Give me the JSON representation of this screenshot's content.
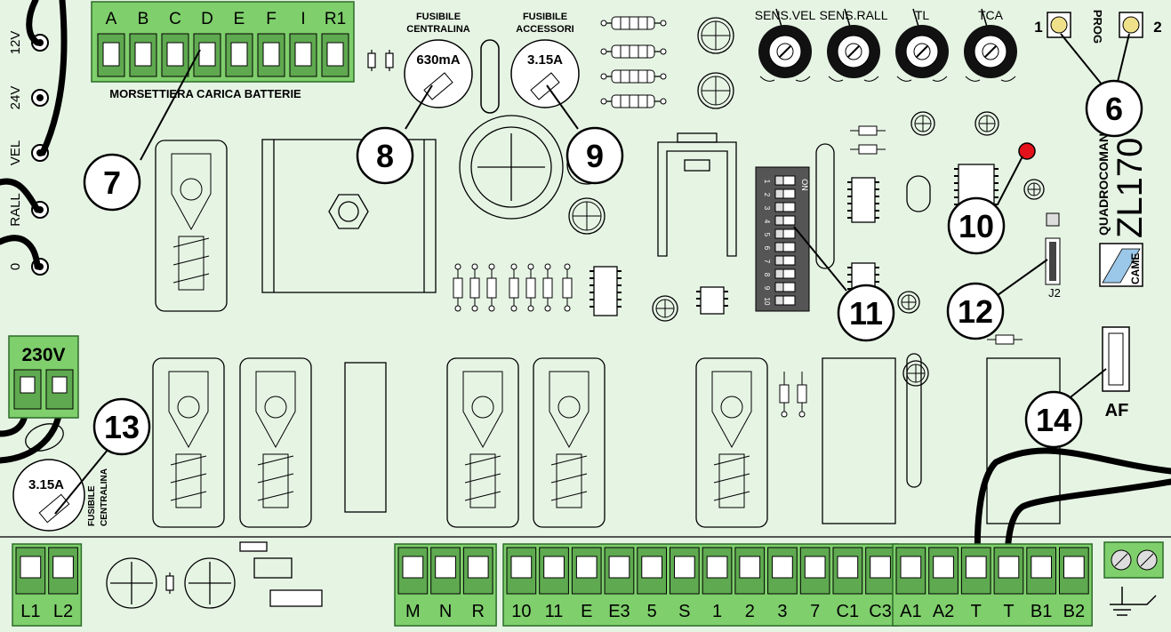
{
  "board": {
    "model": "ZL170",
    "series": "QUADROCOMANDO",
    "brand": "CAME",
    "colors": {
      "board": "#e6f4e4",
      "terminal": "#7fcf6c",
      "terminal_dark": "#3f8a3a",
      "led": "#e3121b",
      "button": "#efe08a"
    }
  },
  "left_terminals": [
    "12V",
    "24V",
    "VEL",
    "RALL",
    "0"
  ],
  "battery_block": {
    "terminals": [
      "A",
      "B",
      "C",
      "D",
      "E",
      "F",
      "I",
      "R1"
    ],
    "label": "MORSETTIERA CARICA BATTERIE"
  },
  "fuses": {
    "central_top": {
      "value": "630mA",
      "label_line1": "FUSIBILE",
      "label_line2": "CENTRALINA"
    },
    "accessories": {
      "value": "3.15A",
      "label_line1": "FUSIBILE",
      "label_line2": "ACCESSORI"
    },
    "central_bottom": {
      "value": "3.15A",
      "label_line1": "FUSIBILE",
      "label_line2": "CENTRALINA"
    }
  },
  "trimmers": [
    "SENS.VEL",
    "SENS.RALL",
    "TL",
    "TCA"
  ],
  "prog_buttons": {
    "label": "PROG",
    "left": "1",
    "right": "2"
  },
  "power_block": {
    "label": "230V"
  },
  "jumper_label": "J2",
  "connector_label": "AF",
  "dip_switch": {
    "on_label": "ON",
    "numbers": [
      "1",
      "2",
      "3",
      "4",
      "5",
      "6",
      "7",
      "8",
      "9",
      "10"
    ]
  },
  "callouts": [
    {
      "id": "6",
      "text": "6"
    },
    {
      "id": "7",
      "text": "7"
    },
    {
      "id": "8",
      "text": "8"
    },
    {
      "id": "9",
      "text": "9"
    },
    {
      "id": "10",
      "text": "10"
    },
    {
      "id": "11",
      "text": "11"
    },
    {
      "id": "12",
      "text": "12"
    },
    {
      "id": "13",
      "text": "13"
    },
    {
      "id": "14",
      "text": "14"
    }
  ],
  "bottom_terminals": {
    "supply": [
      "L1",
      "L2"
    ],
    "motor": [
      "M",
      "N",
      "R"
    ],
    "controls": [
      "10",
      "11",
      "E",
      "E3",
      "5",
      "S",
      "1",
      "2",
      "3",
      "7",
      "C1",
      "C3"
    ],
    "outputs": [
      "A1",
      "A2",
      "T",
      "T",
      "B1",
      "B2"
    ]
  }
}
